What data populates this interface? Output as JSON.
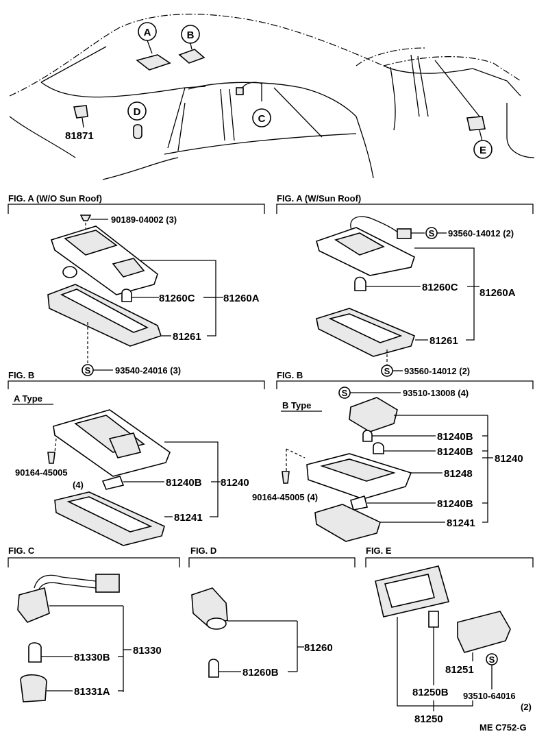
{
  "callouts": {
    "a": "A",
    "b": "B",
    "c": "C",
    "d": "D",
    "e": "E"
  },
  "overview": {
    "p81871": "81871"
  },
  "figA_wo": {
    "title": "FIG. A (W/O Sun Roof)",
    "screw": "90189-04002 (3)",
    "bulb": "81260C",
    "assy": "81260A",
    "lens": "81261",
    "s_symbol": "S",
    "s_screw": "93540-24016 (3)"
  },
  "figA_w": {
    "title": "FIG. A (W/Sun Roof)",
    "s_symbol_top": "S",
    "s_screw_top": "93560-14012 (2)",
    "bulb": "81260C",
    "assy": "81260A",
    "lens": "81261",
    "s_symbol_bottom": "S",
    "s_screw_bottom": "93560-14012 (2)"
  },
  "figB_a": {
    "title": "FIG. B",
    "subtitle": "A Type",
    "screw": "90164-45005",
    "screw_qty": "(4)",
    "bulb": "81240B",
    "assy": "81240",
    "lens": "81241"
  },
  "figB_b": {
    "title": "FIG. B",
    "subtitle": "B Type",
    "s_symbol": "S",
    "s_screw": "93510-13008 (4)",
    "bulb1": "81240B",
    "bulb2": "81240B",
    "assy": "81240",
    "housing": "81248",
    "screw": "90164-45005 (4)",
    "bulb3": "81240B",
    "lens": "81241"
  },
  "figC": {
    "title": "FIG. C",
    "assy": "81330",
    "bulb": "81330B",
    "socket": "81331A"
  },
  "figD": {
    "title": "FIG. D",
    "assy": "81260",
    "bulb": "81260B"
  },
  "figE": {
    "title": "FIG. E",
    "lens": "81251",
    "s_symbol": "S",
    "bulb": "81250B",
    "screw": "93510-64016",
    "screw_qty": "(2)",
    "assy": "81250",
    "code": "ME C752-G"
  }
}
